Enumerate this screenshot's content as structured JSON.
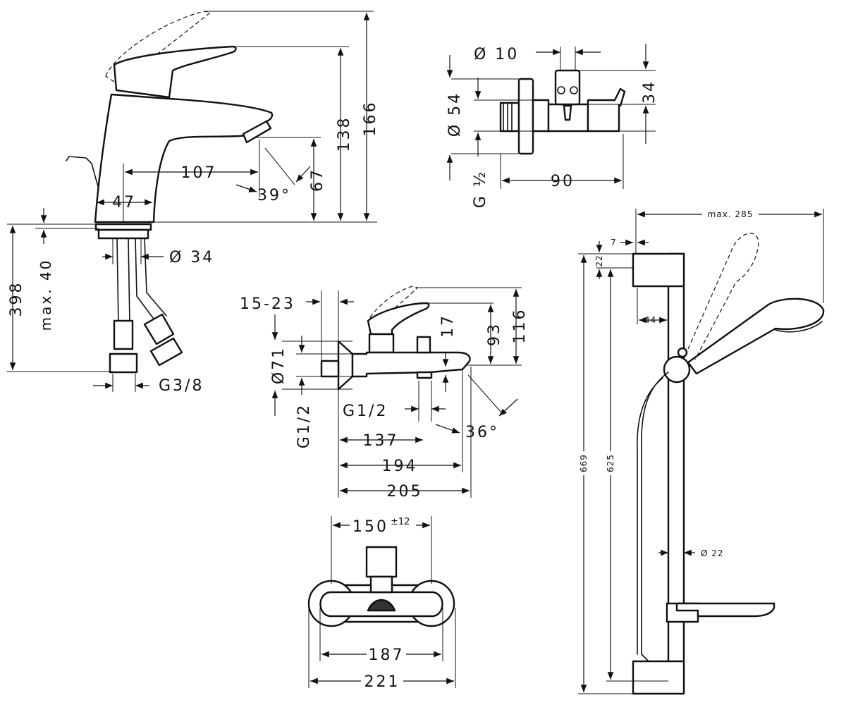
{
  "basin_mixer": {
    "dims": {
      "total_height": "166",
      "lever_height": "138",
      "spout_height": "67",
      "spout_reach": "107",
      "body_width": "47",
      "spout_angle": "39°",
      "max_deck": "max. 40",
      "install_depth": "398",
      "hole_diameter": "Ø 34",
      "connection": "G3/8"
    }
  },
  "angle_valve": {
    "dims": {
      "outlet_diameter": "Ø 10",
      "outlet_height": "34",
      "flange_diameter": "Ø 54",
      "thread": "G ½",
      "length": "90"
    }
  },
  "bath_mixer": {
    "dims": {
      "wall_distance": "15-23",
      "rosette_diameter": "Ø71",
      "thread": "G1/2",
      "outlet_thread": "G1/2",
      "lever_height": "93",
      "total_height": "116",
      "outlet_offset": "17",
      "spout_angle": "36°",
      "reach_137": "137",
      "reach_194": "194",
      "reach_205": "205"
    }
  },
  "bath_mixer_top": {
    "dims": {
      "centres": "150",
      "tolerance": "±12",
      "inner_width": "187",
      "outer_width": "221"
    }
  },
  "shower_set": {
    "dims": {
      "max_reach": "max. 285",
      "top_offset": "7",
      "bracket_height": "22",
      "bracket_depth": "44",
      "rail_diameter": "Ø 22",
      "total_length": "669",
      "rail_length": "625"
    }
  }
}
